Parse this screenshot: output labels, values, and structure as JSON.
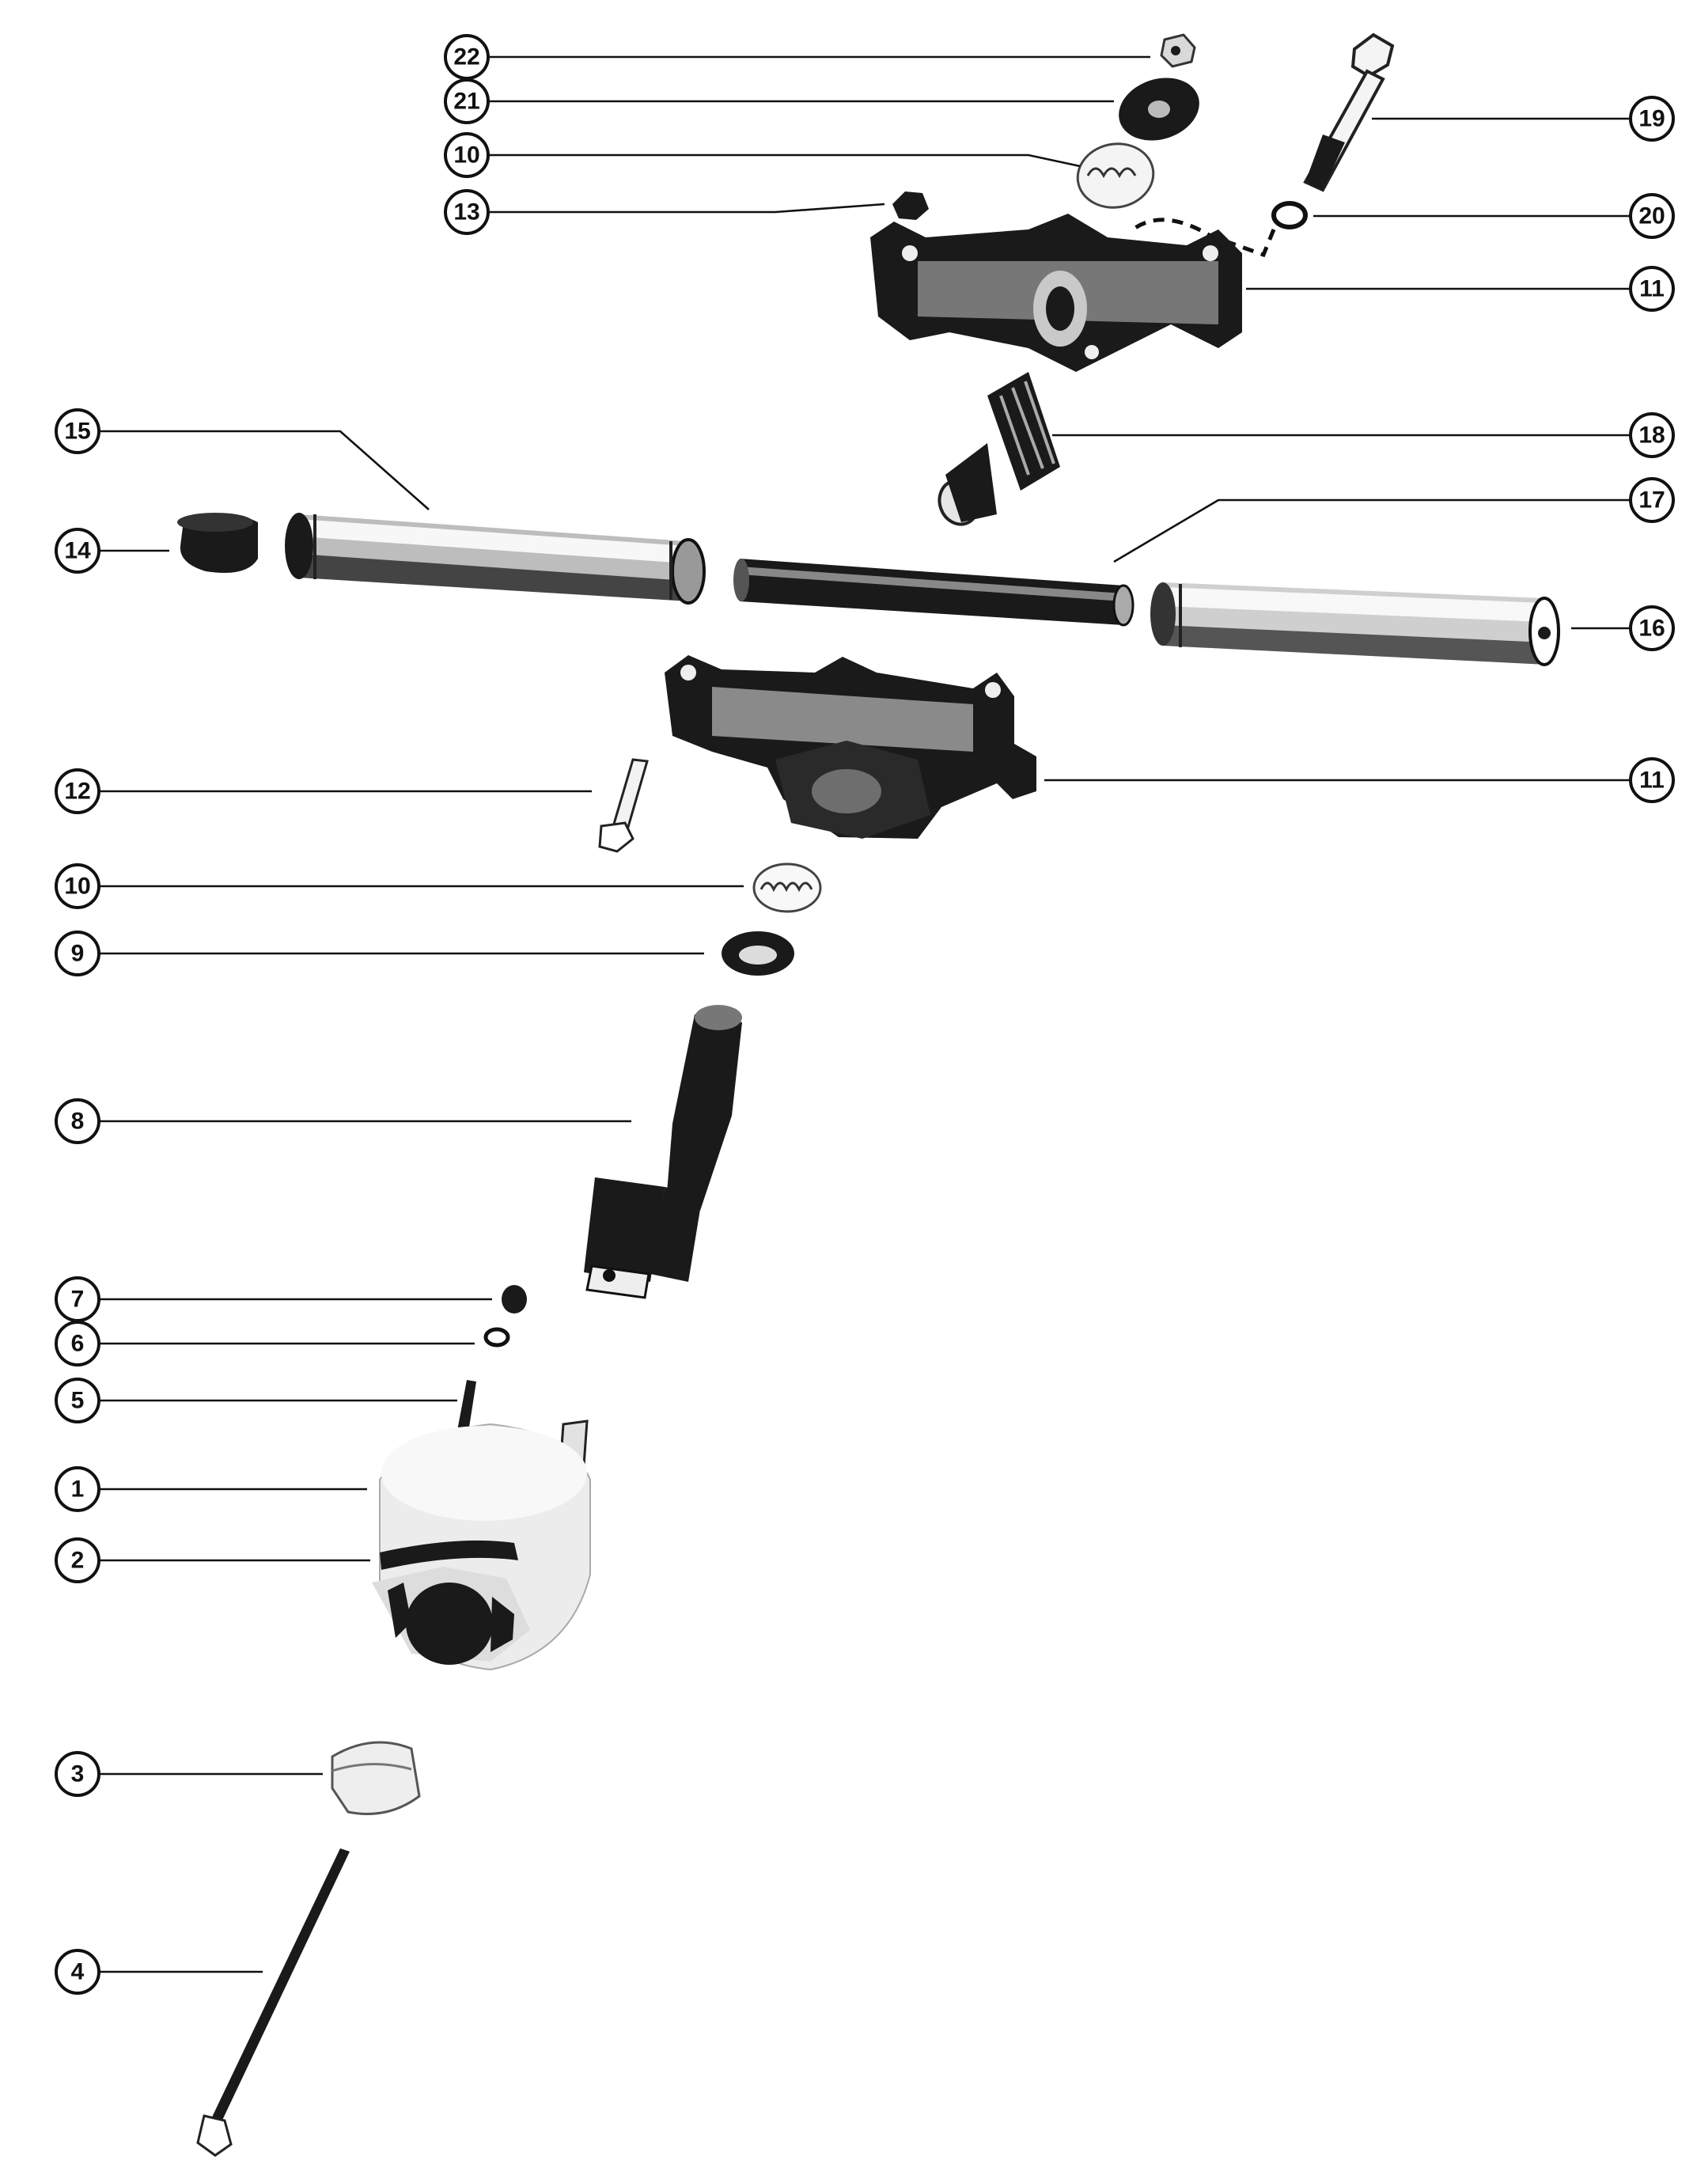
{
  "diagram": {
    "callouts": [
      {
        "id": "c22",
        "label": "22"
      },
      {
        "id": "c21",
        "label": "21"
      },
      {
        "id": "c10a",
        "label": "10"
      },
      {
        "id": "c13",
        "label": "13"
      },
      {
        "id": "c19",
        "label": "19"
      },
      {
        "id": "c20",
        "label": "20"
      },
      {
        "id": "c11a",
        "label": "11"
      },
      {
        "id": "c15",
        "label": "15"
      },
      {
        "id": "c18",
        "label": "18"
      },
      {
        "id": "c17",
        "label": "17"
      },
      {
        "id": "c14",
        "label": "14"
      },
      {
        "id": "c16",
        "label": "16"
      },
      {
        "id": "c11b",
        "label": "11"
      },
      {
        "id": "c12",
        "label": "12"
      },
      {
        "id": "c10b",
        "label": "10"
      },
      {
        "id": "c9",
        "label": "9"
      },
      {
        "id": "c8",
        "label": "8"
      },
      {
        "id": "c7",
        "label": "7"
      },
      {
        "id": "c6",
        "label": "6"
      },
      {
        "id": "c5",
        "label": "5"
      },
      {
        "id": "c1",
        "label": "1"
      },
      {
        "id": "c2",
        "label": "2"
      },
      {
        "id": "c3",
        "label": "3"
      },
      {
        "id": "c4",
        "label": "4"
      }
    ]
  }
}
